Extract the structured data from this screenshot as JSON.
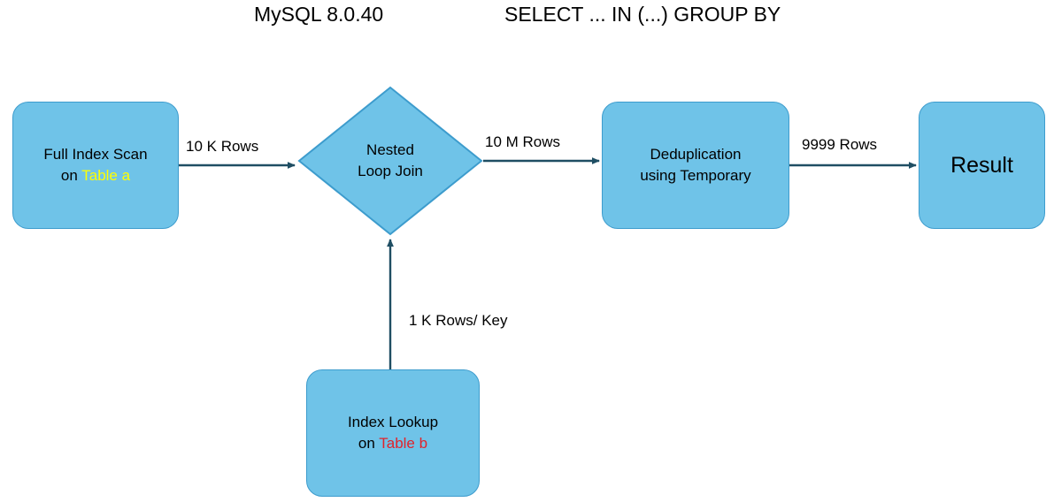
{
  "titles": {
    "engine": "MySQL 8.0.40",
    "query": "SELECT ... IN (...) GROUP BY"
  },
  "nodes": {
    "full_scan": {
      "line1": "Full Index Scan",
      "line2_prefix": "on ",
      "line2_table": "Table a"
    },
    "join": {
      "line1": "Nested",
      "line2": "Loop Join"
    },
    "dedup": {
      "line1": "Deduplication",
      "line2": "using Temporary"
    },
    "result": {
      "label": "Result"
    },
    "index_lookup": {
      "line1": "Index Lookup",
      "line2_prefix": "on ",
      "line2_table": "Table b"
    }
  },
  "edges": {
    "scan_to_join": "10 K Rows",
    "join_to_dedup": "10 M Rows",
    "dedup_to_result": "9999 Rows",
    "lookup_to_join": "1 K Rows/ Key"
  },
  "colors": {
    "node_fill": "#6FC3E8",
    "node_border": "#3D9CCD",
    "edge_stroke": "#1F4E63",
    "table_a_text": "#FFFF00",
    "table_b_text": "#E1232B",
    "background": "#FFFFFF",
    "text": "#000000"
  }
}
